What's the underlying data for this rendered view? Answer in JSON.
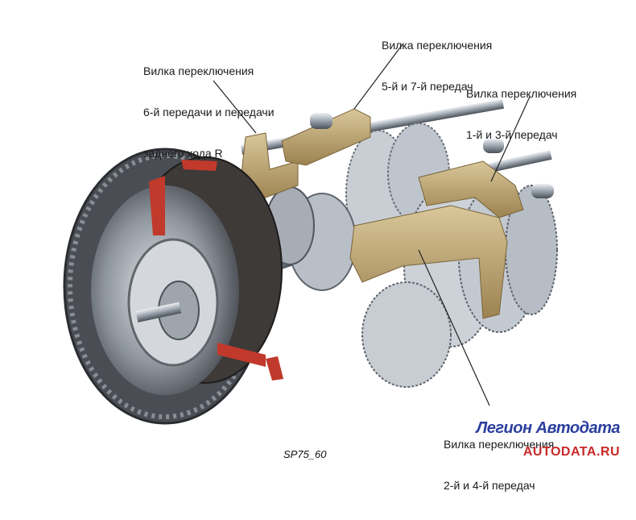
{
  "labels": {
    "fork_6_r": [
      "Вилка переключения",
      "6-й передачи и передачи",
      "заднего хода R"
    ],
    "fork_5_7": [
      "Вилка переключения",
      "5-й и 7-й передач"
    ],
    "fork_1_3": [
      "Вилка переключения",
      "1-й и 3-й передач"
    ],
    "fork_2_4": [
      "Вилка переключения",
      "2-й и 4-й передач"
    ]
  },
  "caption": "SP75_60",
  "watermark": {
    "brand": "Легион Автодата",
    "url": "AUTODATA.RU"
  },
  "colors": {
    "fork": "#b89e68",
    "steel": "#9aa3ad",
    "dark": "#3a3d42",
    "accent_red": "#c0392b",
    "brand_blue": "#2a3f9e",
    "brand_red": "#c72828"
  }
}
